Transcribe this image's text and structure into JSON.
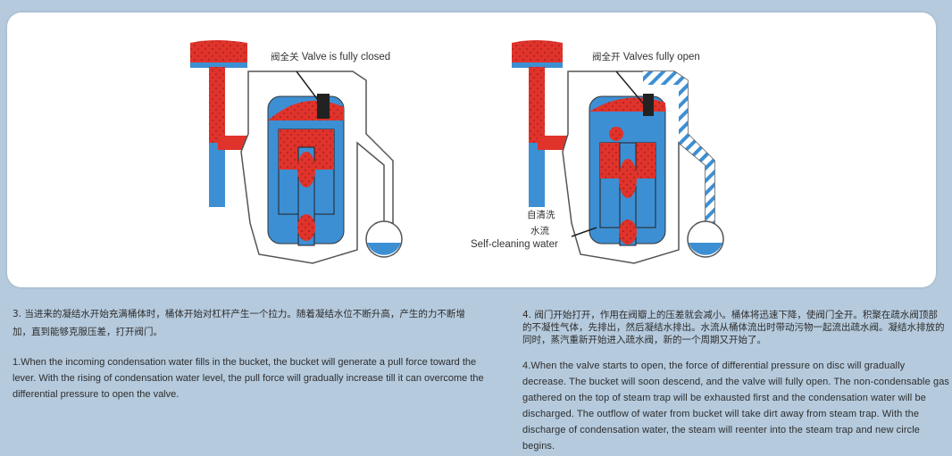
{
  "diagrams": [
    {
      "label_zh": "阀全关",
      "label_en": "Valve is fully closed"
    },
    {
      "label_zh": "阀全开",
      "label_en": "Valves fully open",
      "self_clean_zh_1": "自清洗",
      "self_clean_zh_2": "水流",
      "self_clean_en": "Self-cleaning water"
    }
  ],
  "step3": {
    "zh": "3.  当进来的凝结水开始充满桶体时，桶体开始对杠杆产生一个拉力。随着凝结水位不断升高，产生的力不断增加，直到能够克服压差，打开阀门。",
    "en": "1.When the incoming condensation water fills in the bucket, the bucket will generate a pull force toward the lever. With the rising of condensation water level, the pull force will gradually increase till it can overcome the differential pressure to open the valve."
  },
  "step4": {
    "zh": "4.   阀门开始打开，作用在阀瓣上的压差就会减小。桶体将迅速下降，使阀门全开。积聚在疏水阀顶部的不凝性气体，先排出，然后凝结水排出。水流从桶体流出时带动污物一起流出疏水阀。凝结水排放的同时，蒸汽重新开始进入疏水阀，新的一个周期又开始了。",
    "en": "4.When the valve starts to open, the force of differential pressure on disc will gradually decrease. The bucket will soon descend, and the valve will fully open. The non-condensable gas gathered on the top of steam trap will be exhausted first and the condensation water will be discharged. The outflow of water from bucket will take dirt away from steam trap. With the discharge of condensation water, the steam will reenter into the steam trap and new circle begins."
  },
  "colors": {
    "steam": "#e0332b",
    "water": "#3d8fd3",
    "background": "#b5cadd"
  }
}
